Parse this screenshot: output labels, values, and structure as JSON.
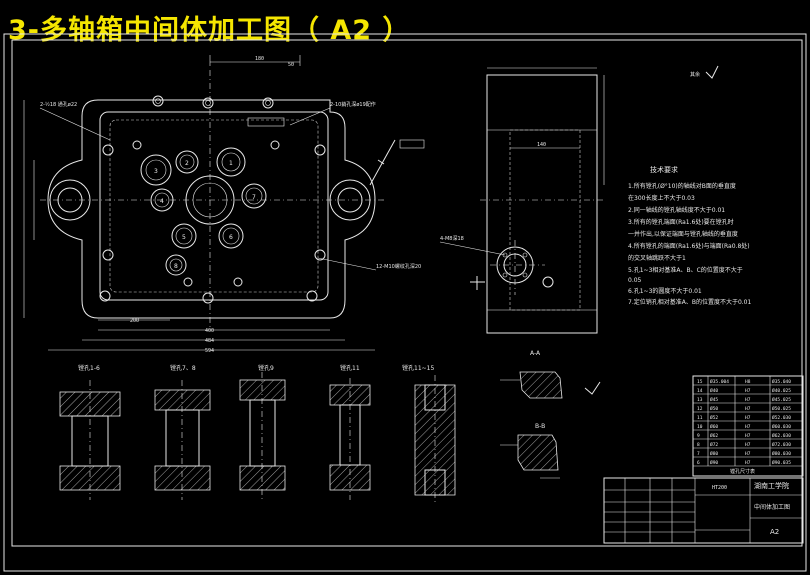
{
  "title": "3-多轴箱中间体加工图（ A2 ）",
  "labels": {
    "tech_req_title": "技术要求",
    "tech_req": [
      "1.所有镗孔(Ø°10)的轴线对B面的垂直度",
      "在300长度上不大于0.03",
      "2.同一轴线的镗孔轴线度不大于0.01",
      "3.所有的镗孔端面(Ra1.6处)要在镗孔时",
      "一并作出,以保证端面与镗孔轴线的垂直度",
      "4.所有镗孔的端面(Ra1.6处)与端面(Ra0.8处)",
      "的交叉轴跳跃不大于1",
      "5.孔1~3相对基准A、B、C的位置度不大于",
      "0.05",
      "6.孔1~3的圆度不大于0.01",
      "7.定位销孔相对基准A、B的位置度不大于0.01"
    ],
    "school": "湖南工学院",
    "drawing_name": "中间体加工图",
    "size": "A2",
    "model": "HT200",
    "other": "其余",
    "section_aa": "A-A",
    "section_bb": "B-B",
    "bores": [
      "镗孔1-6",
      "镗孔7、8",
      "镗孔9",
      "镗孔11",
      "镗孔11~15"
    ],
    "hole_nums": [
      "1",
      "2",
      "3",
      "4",
      "5",
      "6",
      "7",
      "8"
    ],
    "ann_top": "2-10銷孔深ø19配作",
    "ann_left": "2-½18 通孔ø22",
    "ann_right": "4-M8深18",
    "ann_side": "12-M10螺纹孔深20",
    "dims": {
      "top": "180",
      "top2": "50",
      "bottom1": "400",
      "bottom2": "484",
      "bottom3": "594",
      "side": "140",
      "dim_200": "200",
      "dim_8": "180"
    }
  },
  "table": {
    "rows": [
      [
        "15",
        "Ø35.004",
        "H8",
        "Ø35.040"
      ],
      [
        "14",
        "Ø40",
        "H7",
        "Ø40.025"
      ],
      [
        "13",
        "Ø45",
        "H7",
        "Ø45.025"
      ],
      [
        "12",
        "Ø50",
        "H7",
        "Ø50.025"
      ],
      [
        "11",
        "Ø52",
        "H7",
        "Ø52.030"
      ],
      [
        "10",
        "Ø60",
        "H7",
        "Ø60.030"
      ],
      [
        "9",
        "Ø62",
        "H7",
        "Ø62.030"
      ],
      [
        "8",
        "Ø72",
        "H7",
        "Ø72.030"
      ],
      [
        "7",
        "Ø80",
        "H7",
        "Ø80.030"
      ],
      [
        "6",
        "Ø90",
        "H7",
        "Ø90.035"
      ]
    ],
    "caption": "镗孔尺寸表"
  }
}
